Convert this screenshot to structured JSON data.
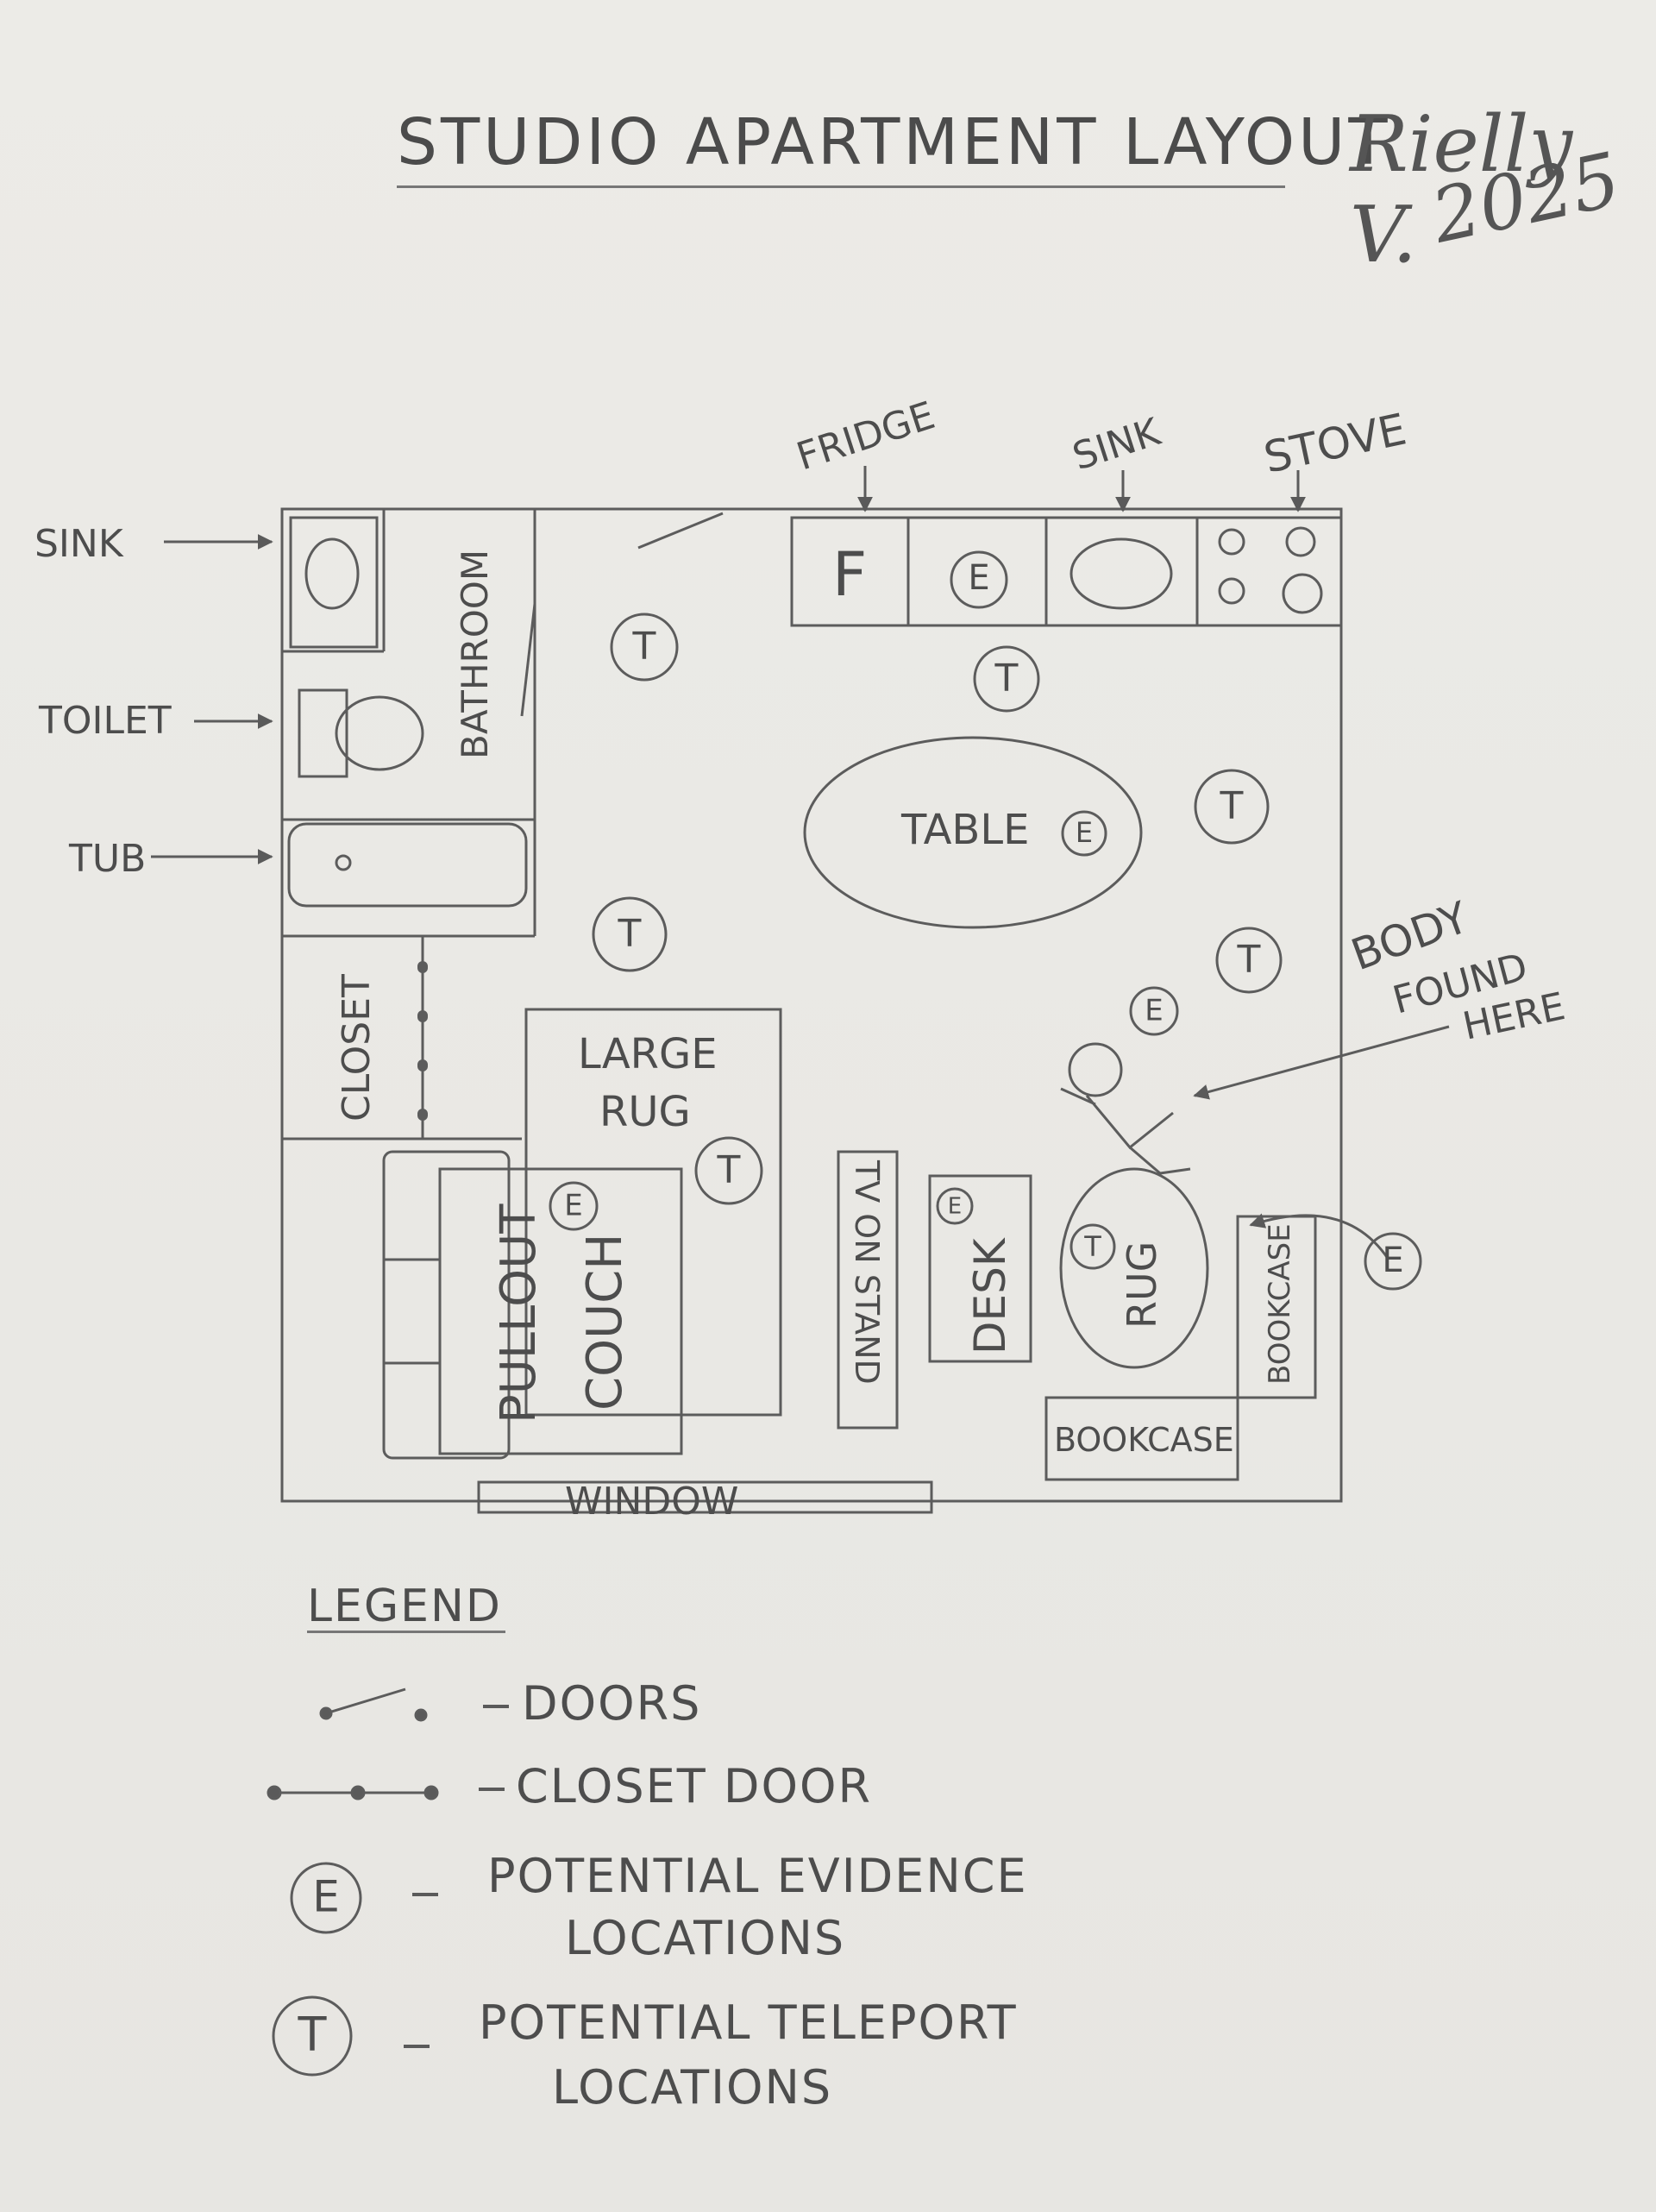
{
  "title": "Studio Apartment Layout",
  "signature": {
    "name": "Rielly V.",
    "year": "2025"
  },
  "labels": {
    "fridge": "Fridge",
    "fridge_letter": "F",
    "sink_kitchen": "Sink",
    "stove": "Stove",
    "sink_bath": "Sink",
    "toilet": "Toilet",
    "tub": "Tub",
    "bathroom": "Bathroom",
    "closet": "Closet",
    "table": "Table",
    "large_rug_1": "Large",
    "large_rug_2": "Rug",
    "pullout": "Pullout",
    "couch": "Couch",
    "tv": "TV on stand",
    "desk": "Desk",
    "rug": "Rug",
    "bookcase_right": "Bookcase",
    "bookcase_bottom": "Bookcase",
    "window": "Window",
    "body_1": "Body",
    "body_2": "Found",
    "body_3": "Here"
  },
  "markers": {
    "evidence": "E",
    "teleport": "T"
  },
  "legend": {
    "title": "Legend",
    "doors": "Doors",
    "closet_door": "Closet Door",
    "evidence_1": "Potential Evidence",
    "evidence_2": "Locations",
    "teleport_1": "Potential Teleport",
    "teleport_2": "Locations"
  },
  "colors": {
    "paper": "#ecebe7",
    "pencil": "#5a5a5a"
  }
}
